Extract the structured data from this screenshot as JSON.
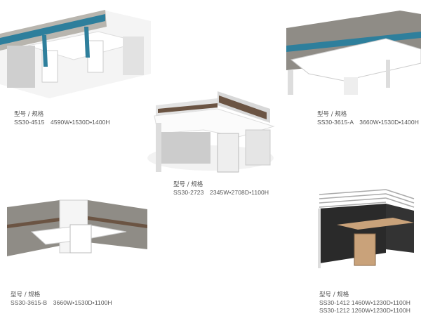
{
  "colors": {
    "teal_panel": "#2e7f9c",
    "brown_panel": "#6b5443",
    "gray_panel": "#8f8c86",
    "black_panel": "#2a2a2a",
    "wood_desk": "#c9a27a"
  },
  "products": [
    {
      "heading": "型号 / 规格",
      "specs": [
        "SS30-4515　4590W•1530D•1400H"
      ]
    },
    {
      "heading": "型号 / 规格",
      "specs": [
        "SS30-2723　2345W•2708D•1100H"
      ]
    },
    {
      "heading": "型号 / 规格",
      "specs": [
        "SS30-3615-A　3660W•1530D•1400H"
      ]
    },
    {
      "heading": "型号 / 规格",
      "specs": [
        "SS30-3615-B　3660W•1530D•1100H"
      ]
    },
    {
      "heading": "型号 / 规格",
      "specs": [
        "SS30-1412  1460W•1230D•1100H",
        "SS30-1212  1260W•1230D•1100H"
      ]
    }
  ]
}
